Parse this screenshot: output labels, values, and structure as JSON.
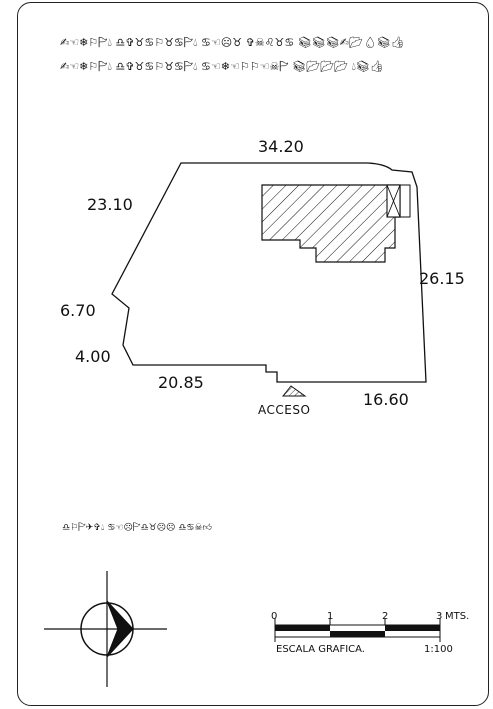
{
  "header": {
    "line1": "✍︎☜︎❄︎⚐︎🏱︎💧︎ ♎︎✞︎♉︎♋︎⚐︎♉︎♋︎🏱︎💧︎ ♋︎☜︎☹︎♉︎ ✞︎☠︎♌︎♉︎♋︎ 📚︎📚︎📚︎✍︎📂︎💧︎📚︎👍︎",
    "line2": "✍︎☜︎❄︎⚐︎🏱︎💧︎ ♎︎✞︎♉︎♋︎⚐︎♉︎♋︎🏱︎💧︎ ♋︎☜︎❄︎☜︎⚐︎⚐︎☜︎☠︎🏱︎ 📚︎📂︎📂︎📂︎ 💧︎📚︎👍︎",
    "footnote": "♎︎⚐︎🏱︎✈︎✞︎💧︎ ♋︎☜︎☹︎🏱︎♎︎♉︎☹︎☹︎ ♎︎♋︎☠︎👍︎"
  },
  "dimensions": {
    "top": "34.20",
    "left_upper": "23.10",
    "right": "26.15",
    "left_mid": "6.70",
    "left_low": "4.00",
    "bottom_left": "20.85",
    "bottom_right": "16.60"
  },
  "access_label": "ACCESO",
  "scale_bar": {
    "ticks": [
      "0",
      "1",
      "2",
      "3"
    ],
    "unit": "MTS.",
    "caption": "ESCALA GRAFICA.",
    "ratio": "1:100"
  },
  "colors": {
    "line": "#111111",
    "background": "#ffffff"
  },
  "icons": [
    "north-arrow-icon",
    "access-hatch-icon"
  ]
}
